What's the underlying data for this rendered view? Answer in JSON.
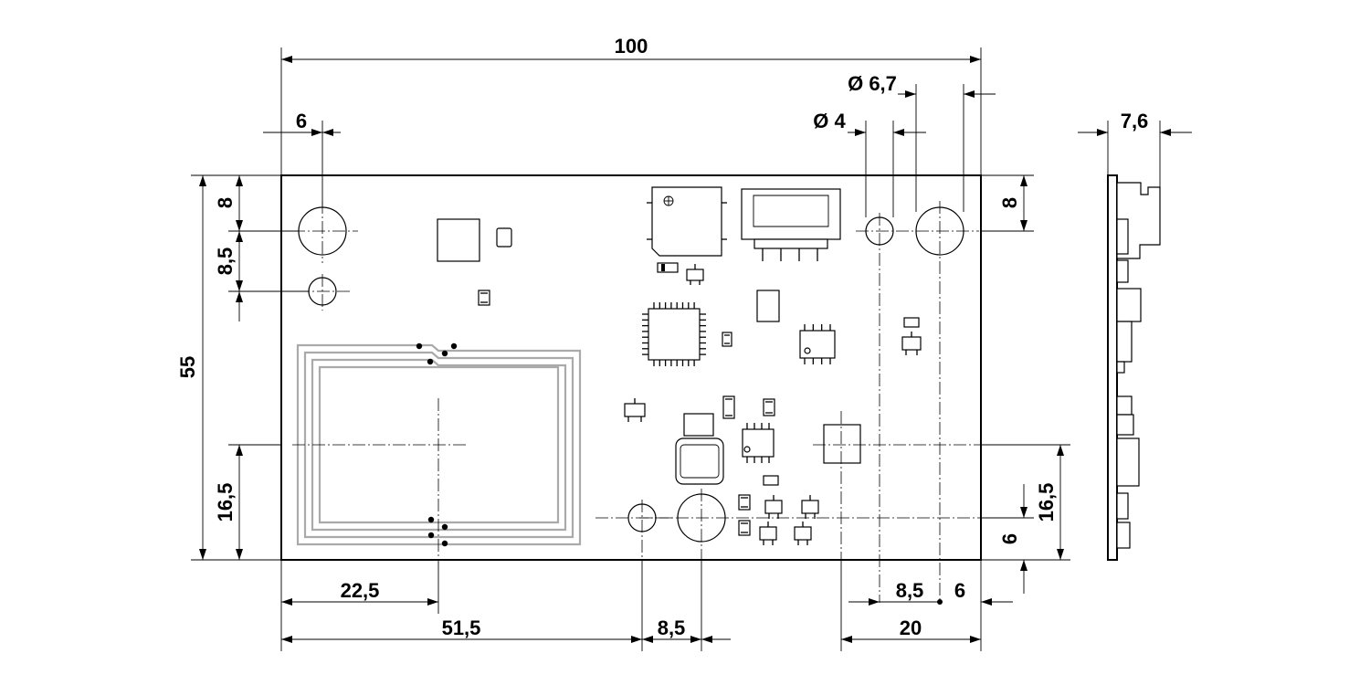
{
  "diagram": {
    "dimensions": {
      "width_total": "100",
      "edge_offset_left": "6",
      "hole_large_diameter": "Ø 6,7",
      "hole_small_diameter": "Ø 4",
      "side_thickness": "7,6",
      "top_offset_left": "8",
      "hole_spacing_left": "8,5",
      "height_total": "55",
      "coil_center_height": "16,5",
      "top_offset_right": "8",
      "right_center_height": "16,5",
      "bottom_hole_height": "6",
      "coil_center_x": "22,5",
      "bottom_hole_x": "51,5",
      "bottom_hole_spacing": "8,5",
      "right_spacing": "8,5",
      "right_edge_offset": "6",
      "right_width": "20"
    }
  }
}
